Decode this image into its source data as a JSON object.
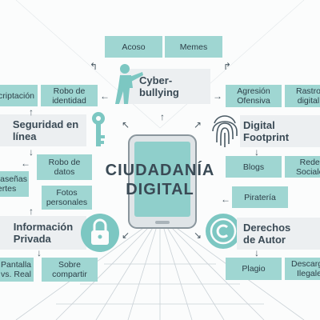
{
  "center": {
    "title": "CIUDADANÍA\nDIGITAL"
  },
  "topics": {
    "cyberbullying": "Cyber-\nbullying",
    "seguridad": "Seguridad en\nlínea",
    "digital_footprint": "Digital\nFootprint",
    "informacion": "Información\nPrivada",
    "derechos": "Derechos\nde Autor"
  },
  "subtopics": {
    "acoso": "Acoso",
    "memes": "Memes",
    "encriptacion": "Encriptación",
    "robo_identidad": "Robo de\nidentidad",
    "robo_datos": "Robo de\ndatos",
    "contrasenas": "Contraseñas\nfuertes",
    "agresion": "Agresión\nOfensiva",
    "rastro": "Rastro\ndigital",
    "blogs": "Blogs",
    "redes": "Redes\nSociales",
    "fotos": "Fotos\npersonales",
    "pantalla": "Pantalla\nvs. Real",
    "sobre_compartir": "Sobre\ncompartir",
    "pirateria": "Piratería",
    "plagio": "Plagio",
    "descargas": "Descargas\nIlegales"
  },
  "icons": [
    "cyberbully-figure-icon",
    "key-icon",
    "fingerprint-icon",
    "padlock-icon",
    "copyright-icon",
    "tablet-icon",
    "building-background"
  ],
  "colors": {
    "box": "#9fd6d2",
    "topic_bg": "#eceff1",
    "text": "#3a4a55",
    "accent": "#7cc7c2"
  }
}
